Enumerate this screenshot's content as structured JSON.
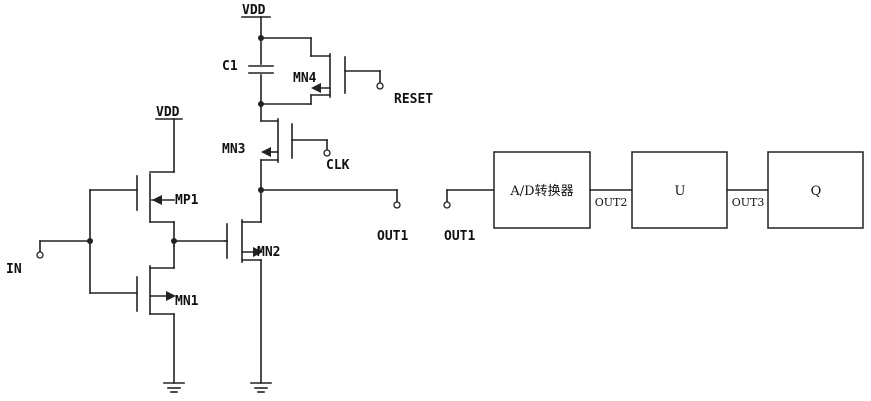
{
  "labels": {
    "vdd_top": "VDD",
    "vdd_left": "VDD",
    "c1": "C1",
    "mn4": "MN4",
    "reset": "RESET",
    "mn3": "MN3",
    "clk": "CLK",
    "mp1": "MP1",
    "in": "IN",
    "mn2": "MN2",
    "mn1": "MN1",
    "out1_node": "OUT1",
    "out1_input": "OUT1"
  },
  "blocks": {
    "adc": "A/D转换器",
    "u": "U",
    "q": "Q"
  },
  "signals": {
    "out2": "OUT2",
    "out3": "OUT3"
  }
}
